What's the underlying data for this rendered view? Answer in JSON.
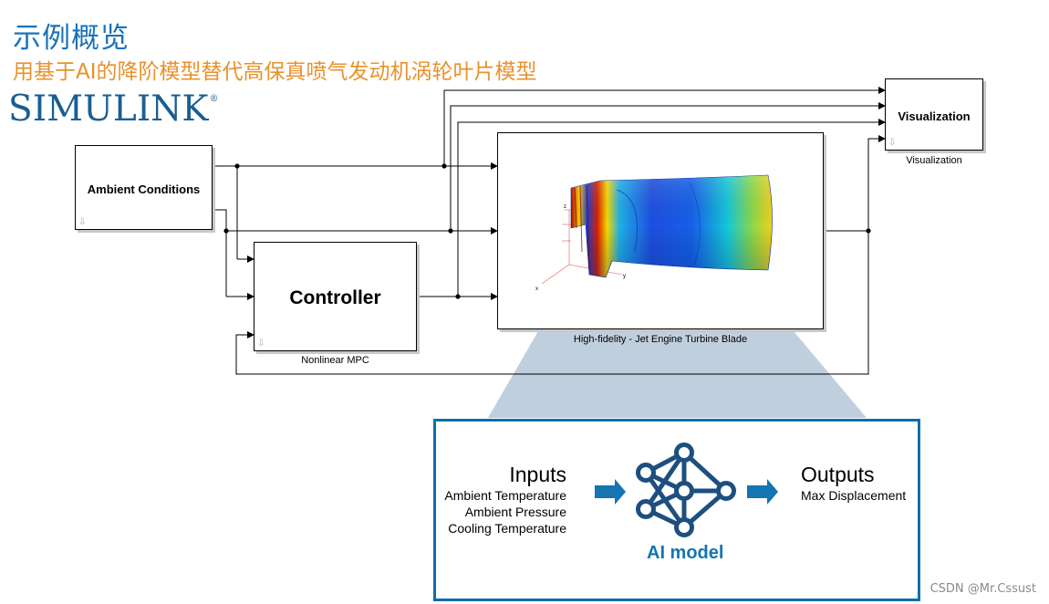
{
  "title": "示例概览",
  "subtitle": "用基于AI的降阶模型替代高保真喷气发动机涡轮叶片模型",
  "logo": {
    "text": "SIMULINK",
    "mark": "®"
  },
  "blocks": {
    "ambient": {
      "label": "Ambient Conditions"
    },
    "controller": {
      "label": "Controller",
      "caption": "Nonlinear MPC"
    },
    "plant": {
      "caption": "High-fidelity - Jet Engine Turbine Blade"
    },
    "visualization": {
      "label": "Visualization",
      "caption": "Visualization"
    }
  },
  "plot_axes": {
    "x": "x",
    "y": "y",
    "z": "z"
  },
  "ai_panel": {
    "inputs_title": "Inputs",
    "inputs": [
      "Ambient Temperature",
      "Ambient Pressure",
      "Cooling Temperature"
    ],
    "outputs_title": "Outputs",
    "outputs": [
      "Max Displacement"
    ],
    "model_label": "AI model"
  },
  "colors": {
    "title": "#1a72b8",
    "subtitle": "#e8922b",
    "accent": "#0d6fa8",
    "callout": "#b5c7d8"
  },
  "watermark": "CSDN @Mr.Cssust"
}
